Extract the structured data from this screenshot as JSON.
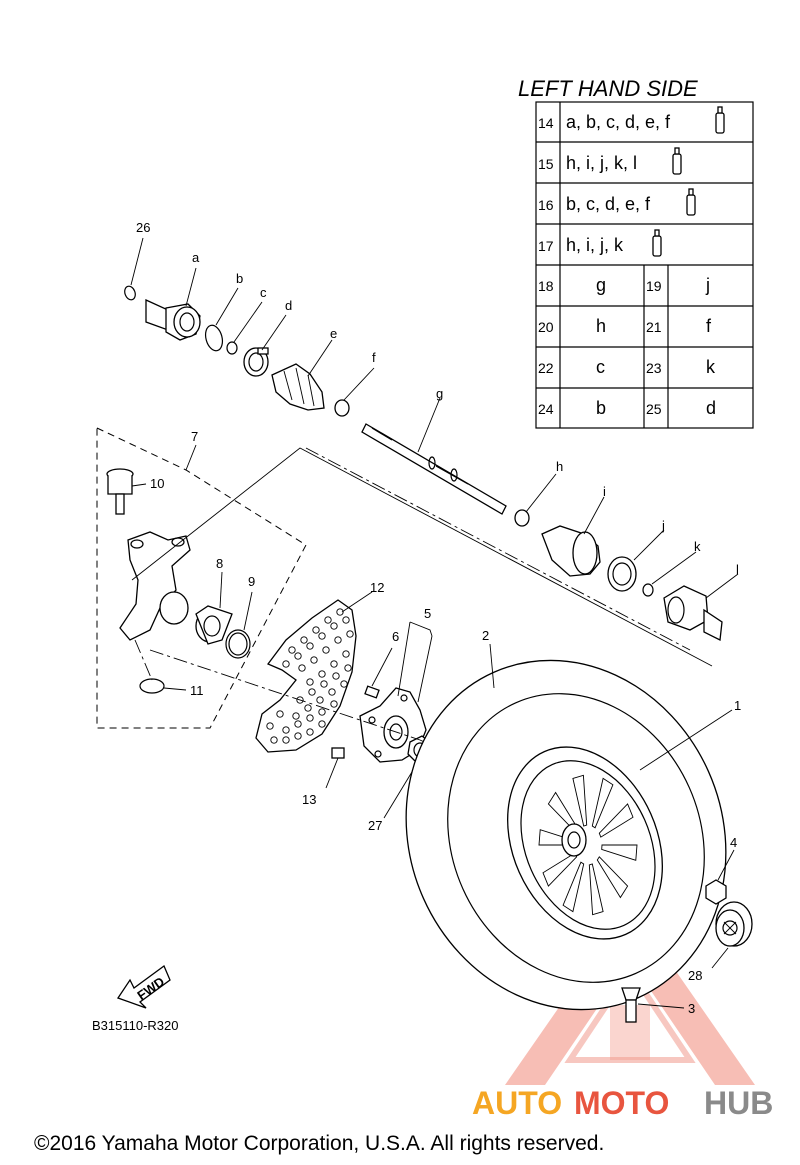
{
  "table": {
    "title": "LEFT HAND SIDE",
    "grease_rows": [
      {
        "num": "14",
        "text": "a, b, c, d, e, f"
      },
      {
        "num": "15",
        "text": "h, i, j, k, l"
      },
      {
        "num": "16",
        "text": "b, c, d, e, f"
      },
      {
        "num": "17",
        "text": "h, i, j, k"
      }
    ],
    "pair_rows": [
      {
        "n1": "18",
        "v1": "g",
        "n2": "19",
        "v2": "j"
      },
      {
        "n1": "20",
        "v1": "h",
        "n2": "21",
        "v2": "f"
      },
      {
        "n1": "22",
        "v1": "c",
        "n2": "23",
        "v2": "k"
      },
      {
        "n1": "24",
        "v1": "b",
        "n2": "25",
        "v2": "d"
      }
    ]
  },
  "callouts": {
    "c26": "26",
    "ca": "a",
    "cb": "b",
    "cc": "c",
    "cd": "d",
    "ce": "e",
    "cf": "f",
    "cg": "g",
    "ch": "h",
    "ci": "i",
    "cj": "j",
    "ck": "k",
    "cl": "l",
    "c7": "7",
    "c10": "10",
    "c8": "8",
    "c9": "9",
    "c11": "11",
    "c12": "12",
    "c6": "6",
    "c5": "5",
    "c2": "2",
    "c1": "1",
    "c13": "13",
    "c27": "27",
    "c4": "4",
    "c28": "28",
    "c3": "3"
  },
  "fwd_label": "FWD",
  "diagram_code": "B315110-R320",
  "copyright": "©2016 Yamaha Motor Corporation, U.S.A. All rights reserved.",
  "watermark": {
    "part1": "AUTO",
    "part2": "MOTO",
    "part3": "HUB",
    "color1": "#f5a623",
    "color2": "#e8553f",
    "color3": "#8a8a8a"
  }
}
